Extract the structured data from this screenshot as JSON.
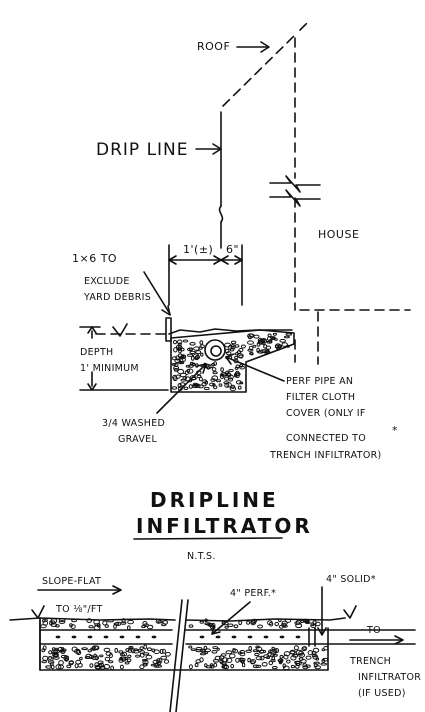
{
  "labels": {
    "roof": "ROOF",
    "dripline": "DRIP LINE",
    "house": "HOUSE",
    "dim_left": "1'(±)",
    "dim_right": "6\"",
    "board_1": "1×6 TO",
    "board_2": "EXCLUDE",
    "board_3": "YARD DEBRIS",
    "depth_1": "DEPTH",
    "depth_2": "1' MINIMUM",
    "gravel_1": "3/4 WASHED",
    "gravel_2": "GRAVEL",
    "pipe_1": "PERF PIPE AN",
    "pipe_2": "FILTER CLOTH",
    "pipe_3": "COVER (ONLY IF",
    "pipe_4": "CONNECTED TO",
    "pipe_5": "TRENCH INFILTRATOR)",
    "pipe_star": "*",
    "slope_1": "SLOPE-FLAT",
    "slope_2": "TO ⅛\"/FT",
    "perf": "4\" PERF.*",
    "solid": "4\" SOLID*",
    "to": "TO",
    "trench_1": "TRENCH",
    "trench_2": "INFILTRATOR",
    "trench_3": "(IF USED)"
  },
  "title": {
    "line1": "DRIPLINE",
    "line2": "INFILTRATOR",
    "nts": "N.T.S."
  },
  "colors": {
    "ink": "#111111",
    "paper": "#ffffff"
  }
}
